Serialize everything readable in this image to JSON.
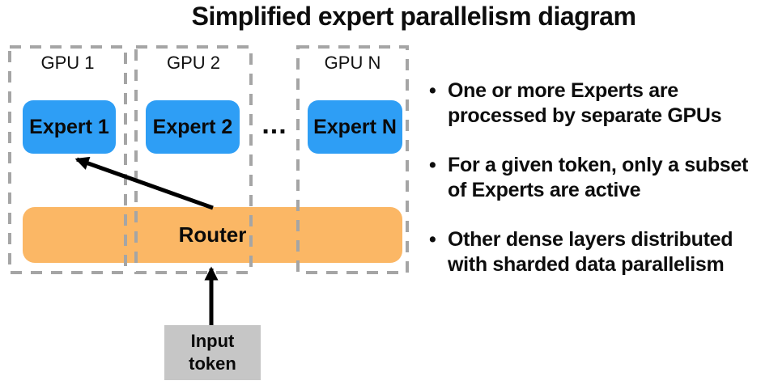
{
  "title": "Simplified expert parallelism diagram",
  "colors": {
    "expert_blue": "#2e9ef5",
    "router_orange": "#fbb765",
    "input_token_gray": "#c6c6c6",
    "dashed_border_gray": "#a5a5a5",
    "arrow_black": "#000000",
    "text_black": "#0d0d0d"
  },
  "diagram": {
    "gpus": [
      {
        "label": "GPU 1",
        "expert": "Expert 1"
      },
      {
        "label": "GPU 2",
        "expert": "Expert 2"
      },
      {
        "label": "GPU N",
        "expert": "Expert N"
      }
    ],
    "ellipsis": "...",
    "router_label": "Router",
    "input_token": {
      "line1": "Input",
      "line2": "token"
    }
  },
  "bullets": {
    "char": "•",
    "items": [
      {
        "lines": [
          "One or more Experts are",
          "processed by separate GPUs"
        ]
      },
      {
        "lines": [
          "For a given token, only a subset",
          "of Experts are active"
        ]
      },
      {
        "lines": [
          "Other dense layers distributed",
          "with sharded data parallelism"
        ]
      }
    ]
  }
}
